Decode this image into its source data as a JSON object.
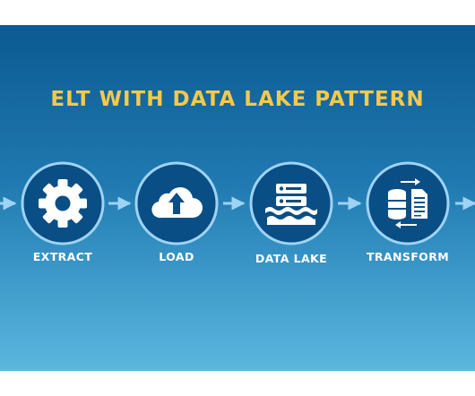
{
  "diagram": {
    "title": "ELT WITH DATA LAKE PATTERN",
    "steps": [
      {
        "label": "EXTRACT",
        "icon": "gear-icon"
      },
      {
        "label": "LOAD",
        "icon": "cloud-upload-icon"
      },
      {
        "label": "DATA LAKE",
        "icon": "server-water-icon"
      },
      {
        "label": "TRANSFORM",
        "icon": "database-transform-icon"
      }
    ],
    "colors": {
      "title": "#f5c94c",
      "circle_fill": "#0a4e86",
      "circle_ring": "#9fd3f4",
      "arrow": "#9fd3f4",
      "label": "#ffffff"
    }
  }
}
